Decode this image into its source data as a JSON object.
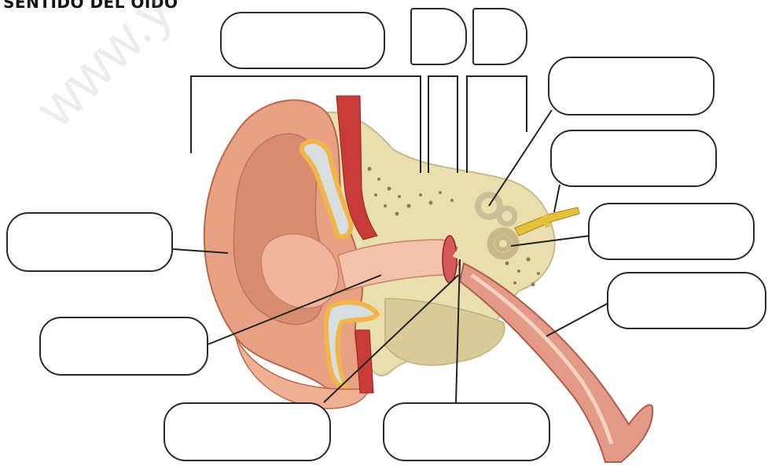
{
  "title": "SENTIDO DEL OÍDO",
  "watermark": "www.y",
  "colors": {
    "skin": "#e9a184",
    "skin_shadow": "#c9775c",
    "skin_highlight": "#f6c7b0",
    "bone": "#eadfaf",
    "bone_dark": "#c9b88a",
    "fat": "#f2b54a",
    "cartilage": "#d8dfe0",
    "vessel": "#c93b38",
    "nerve": "#e6c13a",
    "line": "#222222"
  },
  "answer_boxes": [
    {
      "id": "box-top-wide",
      "text": ""
    },
    {
      "id": "box-top-small-1",
      "text": ""
    },
    {
      "id": "box-top-small-2",
      "text": ""
    },
    {
      "id": "box-right-1",
      "text": ""
    },
    {
      "id": "box-right-2",
      "text": ""
    },
    {
      "id": "box-right-3",
      "text": ""
    },
    {
      "id": "box-right-4",
      "text": ""
    },
    {
      "id": "box-left-1",
      "text": ""
    },
    {
      "id": "box-left-2",
      "text": ""
    },
    {
      "id": "box-bottom-1",
      "text": ""
    },
    {
      "id": "box-bottom-2",
      "text": ""
    }
  ]
}
